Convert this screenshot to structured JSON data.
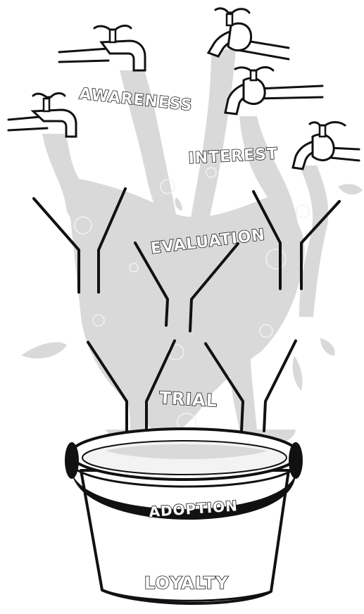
{
  "stages": {
    "awareness": "AWARENESS",
    "interest": "INTEREST",
    "evaluation": "EVALUATION",
    "trial": "TRIAL",
    "adoption": "ADOPTION",
    "loyalty": "LOYALTY"
  },
  "colors": {
    "water": "#d9d9d9",
    "ink": "#111111",
    "label_fill": "#ffffff"
  },
  "icons": [
    "faucet-icon",
    "funnel-icon",
    "bucket-icon"
  ]
}
